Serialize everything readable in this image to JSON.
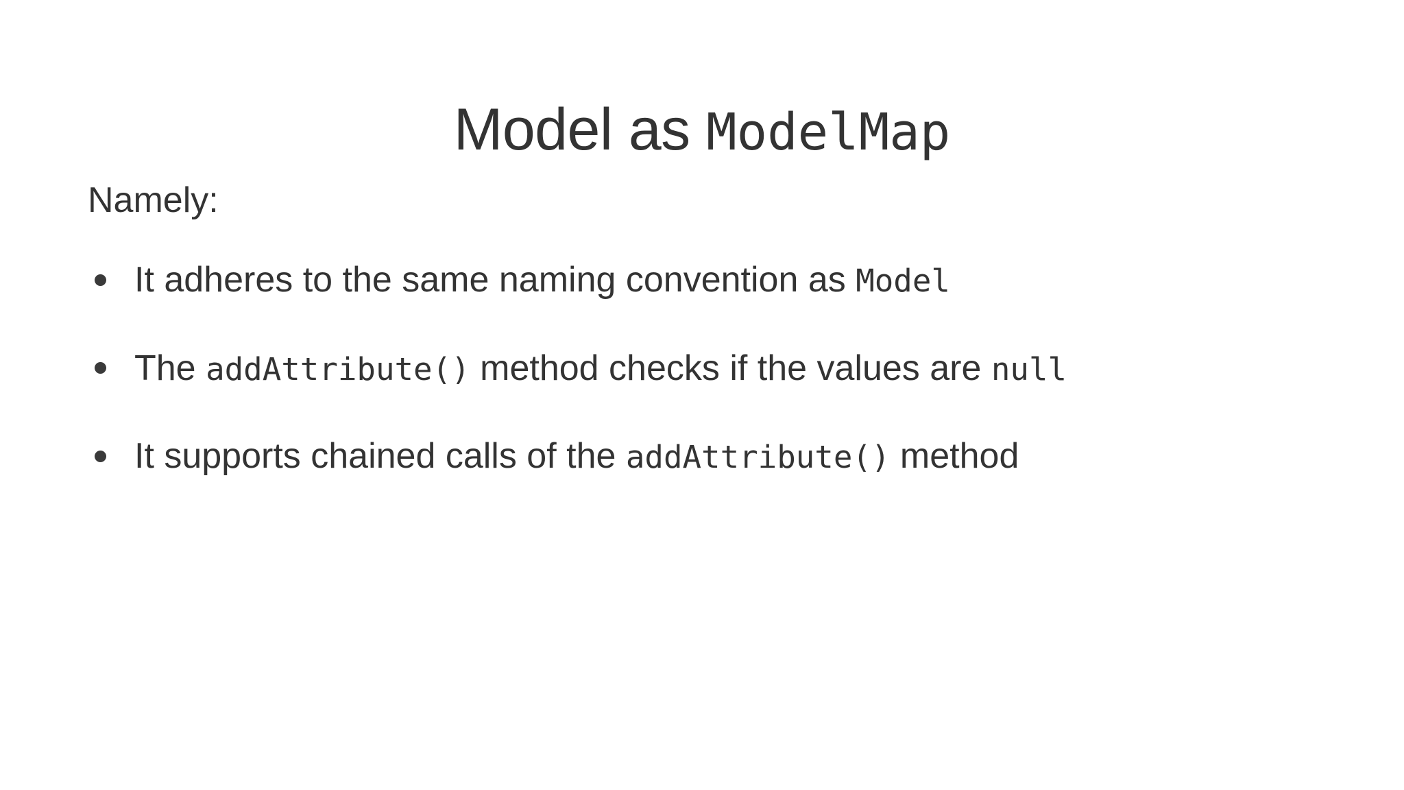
{
  "slide": {
    "background_color": "#ffffff",
    "text_color": "#333333",
    "bullet_color": "#3a3a3a",
    "title": {
      "prose_prefix": "Model as ",
      "code_suffix": "ModelMap",
      "full_text": "Model as ModelMap"
    },
    "body": {
      "lead": "Namely:",
      "bullets": [
        {
          "marker": "•",
          "full_text": "It adheres to the same naming convention as Model",
          "segments": [
            {
              "kind": "prose",
              "text": "It adheres to the same naming convention as "
            },
            {
              "kind": "code",
              "text": "Model"
            }
          ]
        },
        {
          "marker": "•",
          "full_text": "The addAttribute() method checks if the values are null",
          "segments": [
            {
              "kind": "prose",
              "text": "The "
            },
            {
              "kind": "code",
              "text": "addAttribute()"
            },
            {
              "kind": "prose",
              "text": " method checks if the values are "
            },
            {
              "kind": "code",
              "text": "null"
            }
          ]
        },
        {
          "marker": "•",
          "full_text": "It supports chained calls of the addAttribute() method",
          "segments": [
            {
              "kind": "prose",
              "text": "It supports chained calls of the "
            },
            {
              "kind": "code",
              "text": "addAttribute()"
            },
            {
              "kind": "prose",
              "text": " method"
            }
          ]
        }
      ]
    }
  }
}
